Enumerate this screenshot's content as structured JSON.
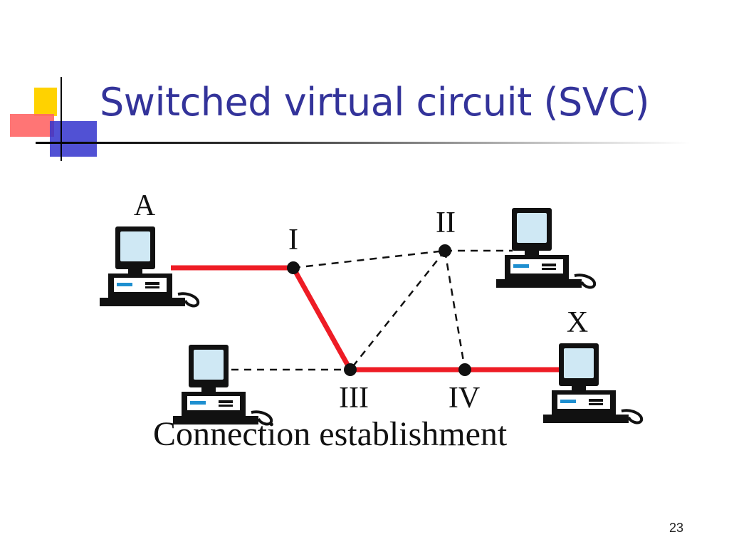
{
  "slide": {
    "title": "Switched virtual circuit (SVC)",
    "page_number": "23"
  },
  "diagram": {
    "host_labels": {
      "a": "A",
      "x": "X"
    },
    "switch_labels": {
      "s1": "I",
      "s2": "II",
      "s3": "III",
      "s4": "IV"
    },
    "caption": "Connection establishment",
    "colors": {
      "circuit": "#ee1c25",
      "link": "#111111",
      "screen": "#cfe8f4",
      "title": "#33339a"
    },
    "icons": [
      "computer-icon",
      "switch-node"
    ]
  }
}
